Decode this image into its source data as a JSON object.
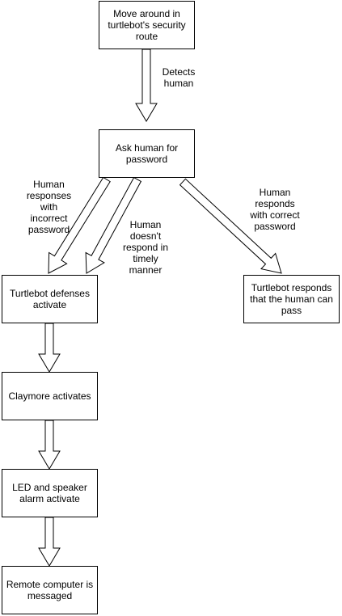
{
  "nodes": {
    "move": "Move around in turtlebot's security route",
    "ask": "Ask human for password",
    "defenses": "Turtlebot defenses activate",
    "pass": "Turtlebot responds that the human can pass",
    "claymore": "Claymore activates",
    "alarm": "LED and speaker alarm activate",
    "remote": "Remote computer is messaged"
  },
  "edges": {
    "detects": "Detects human",
    "incorrect": "Human responses with incorrect password",
    "no_response": "Human doesn't respond in timely manner",
    "correct": "Human responds with correct password"
  },
  "colors": {
    "stroke": "#000000",
    "fill": "#ffffff"
  }
}
